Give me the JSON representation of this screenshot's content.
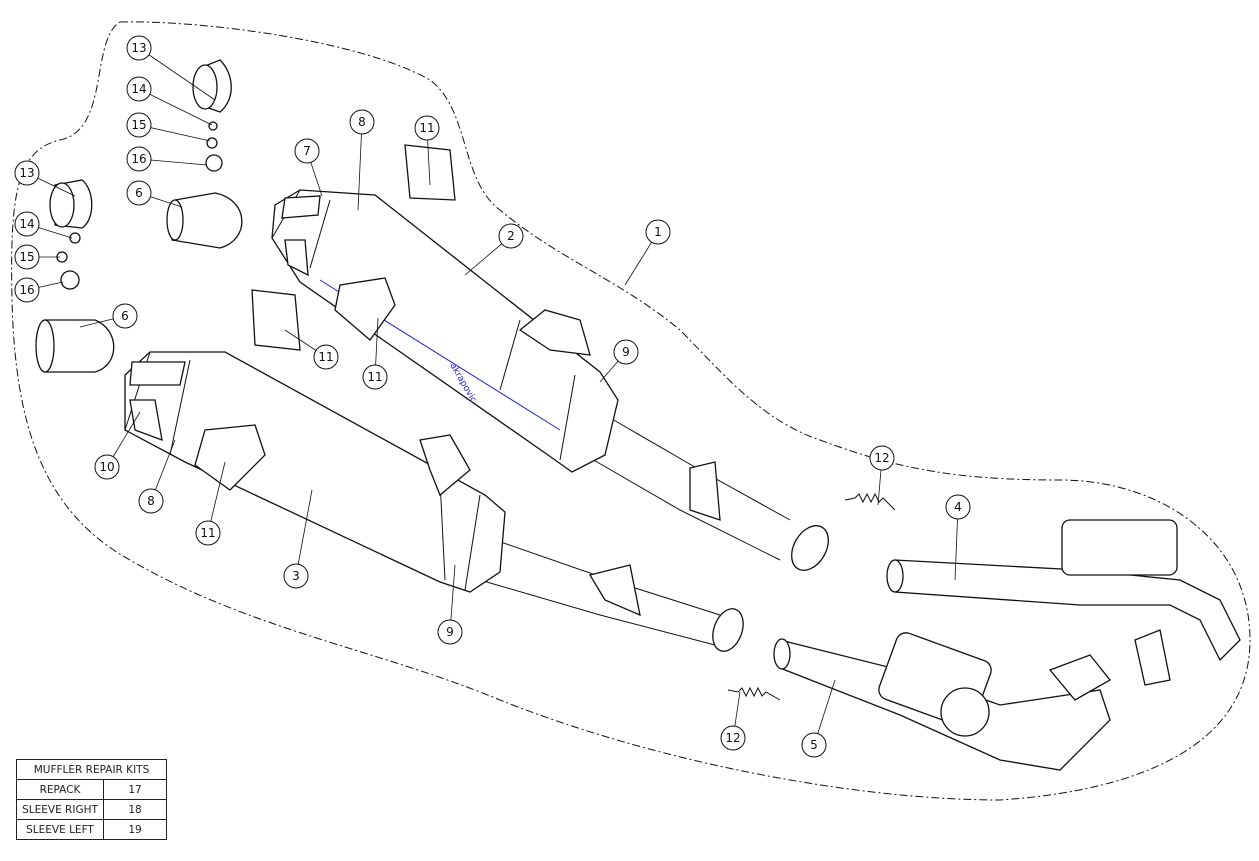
{
  "callouts": [
    "13",
    "14",
    "15",
    "16",
    "6",
    "13",
    "14",
    "15",
    "16",
    "6",
    "7",
    "8",
    "11",
    "2",
    "1",
    "11",
    "11",
    "9",
    "10",
    "8",
    "11",
    "3",
    "9",
    "12",
    "4",
    "12",
    "5"
  ],
  "brand_text": "akrapovic",
  "repair_kits": {
    "title": "MUFFLER REPAIR KITS",
    "rows": [
      {
        "name": "REPACK",
        "code": "17"
      },
      {
        "name": "SLEEVE RIGHT",
        "code": "18"
      },
      {
        "name": "SLEEVE LEFT",
        "code": "19"
      }
    ]
  },
  "colors": {
    "line": "#111111",
    "accent_blue": "#2222dd",
    "accent_purple": "#a040c0"
  }
}
